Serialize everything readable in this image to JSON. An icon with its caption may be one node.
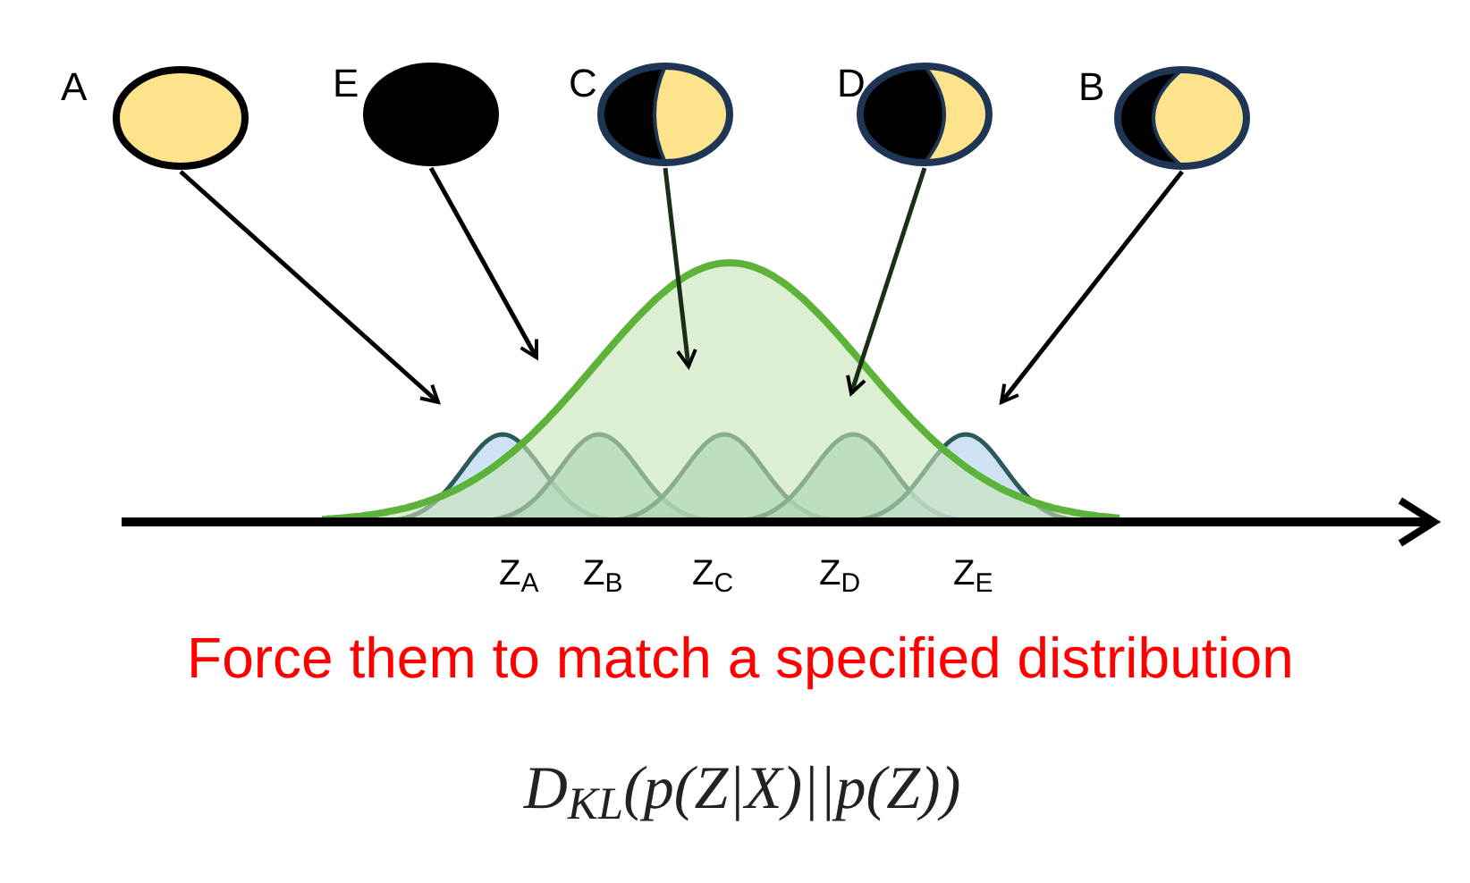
{
  "diagram": {
    "nodes": [
      {
        "text": [
          "A"
        ]
      },
      {
        "text": [
          "E"
        ]
      },
      {
        "text": [
          "C"
        ]
      },
      {
        "text": [
          "D"
        ]
      },
      {
        "text": [
          "B"
        ]
      }
    ],
    "edges": [
      {
        "from": 0,
        "to": null,
        "arrow": "to"
      },
      {
        "from": 1,
        "to": null,
        "arrow": "to"
      },
      {
        "from": 2,
        "to": null,
        "arrow": "to"
      },
      {
        "from": 3,
        "to": null,
        "arrow": "to"
      },
      {
        "from": 4,
        "to": null,
        "arrow": "to"
      }
    ],
    "labels": [
      "Z$_{A}$",
      "Z$_{B}$",
      "Z$_{C}$",
      "Z$_{D}$",
      "Z$_{E}$",
      "Force them to match a specified distribution",
      "D$_{KL}$(p(Z|X)||p(Z))"
    ]
  }
}
